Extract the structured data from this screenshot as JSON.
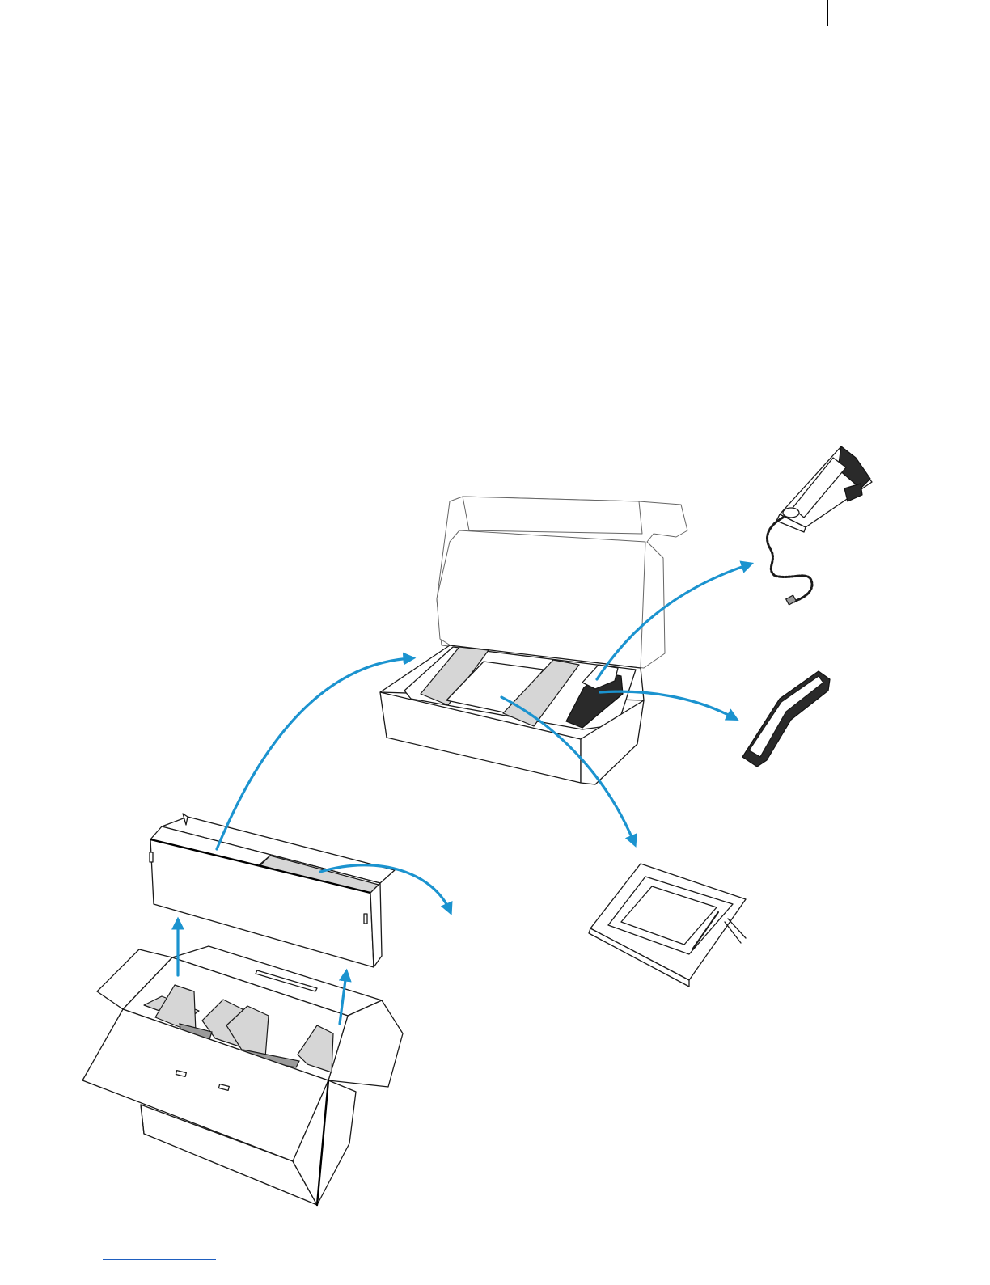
{
  "colors": {
    "arrow": "#1b93cf",
    "outline": "#1a1a1a",
    "foam": "#d6d6d6",
    "device": "#2a2a2a",
    "footer_line": "#1f5fbf"
  },
  "icons": [
    "arrow-icon"
  ],
  "figure": {
    "objects": [
      "outer-shipping-box",
      "inner-packing-tray",
      "accessory-box",
      "desk-stand-with-coiled-cord",
      "handset",
      "touch-panel-display"
    ]
  }
}
